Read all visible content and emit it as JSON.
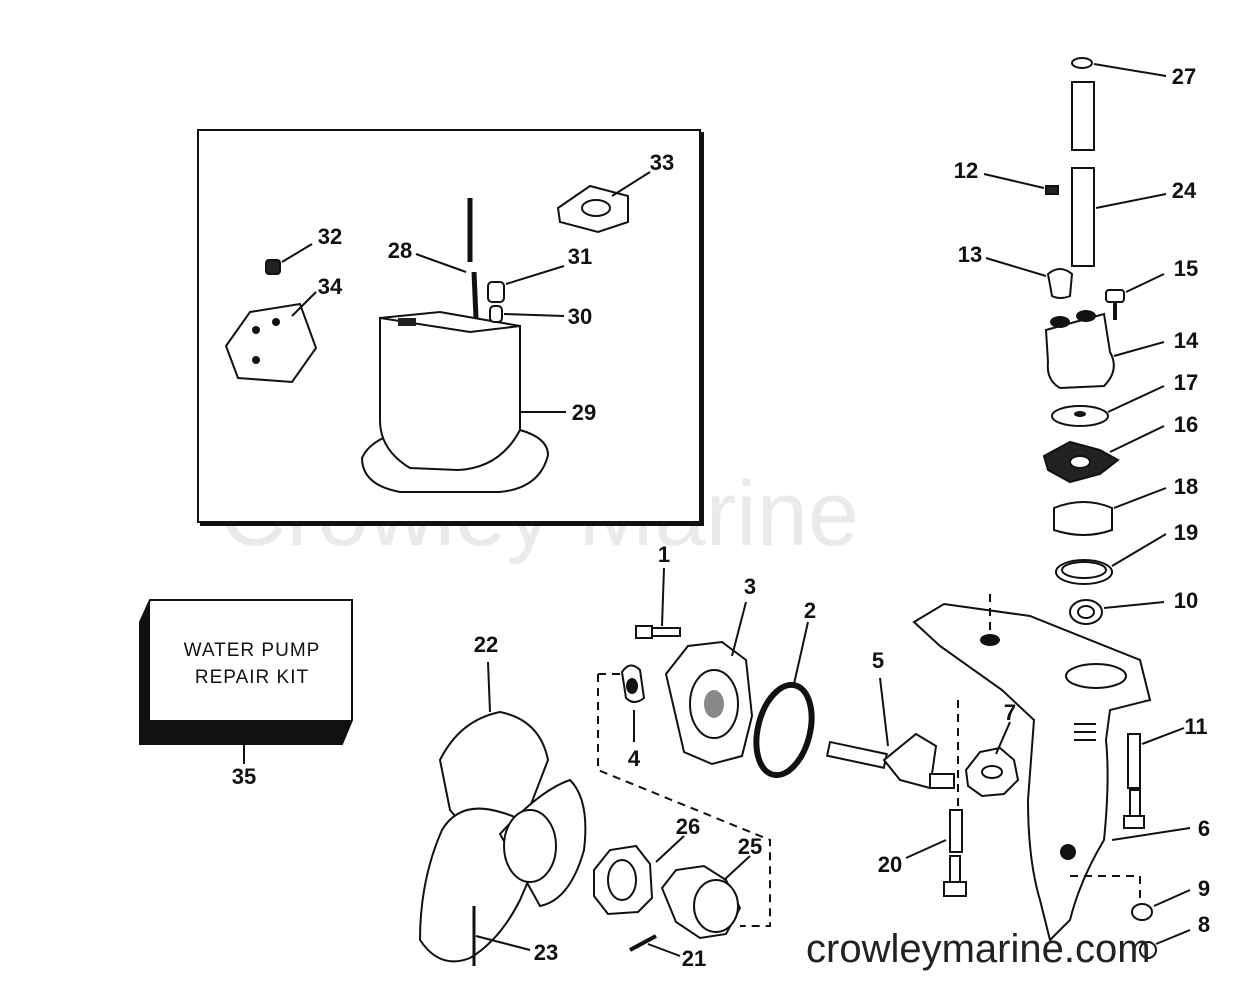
{
  "watermark": {
    "brand": "Crowley Marine",
    "url": "crowleymarine.com"
  },
  "kit_box": {
    "line1": "WATER PUMP",
    "line2": "REPAIR KIT"
  },
  "callouts": {
    "c1": "1",
    "c2": "2",
    "c3": "3",
    "c4": "4",
    "c5": "5",
    "c6": "6",
    "c7": "7",
    "c8": "8",
    "c9": "9",
    "c10": "10",
    "c11": "11",
    "c12": "12",
    "c13": "13",
    "c14": "14",
    "c15": "15",
    "c16": "16",
    "c17": "17",
    "c18": "18",
    "c19": "19",
    "c20": "20",
    "c21": "21",
    "c22": "22",
    "c23": "23",
    "c24": "24",
    "c25": "25",
    "c26": "26",
    "c27": "27",
    "c28": "28",
    "c29": "29",
    "c30": "30",
    "c31": "31",
    "c32": "32",
    "c33": "33",
    "c34": "34",
    "c35": "35"
  }
}
